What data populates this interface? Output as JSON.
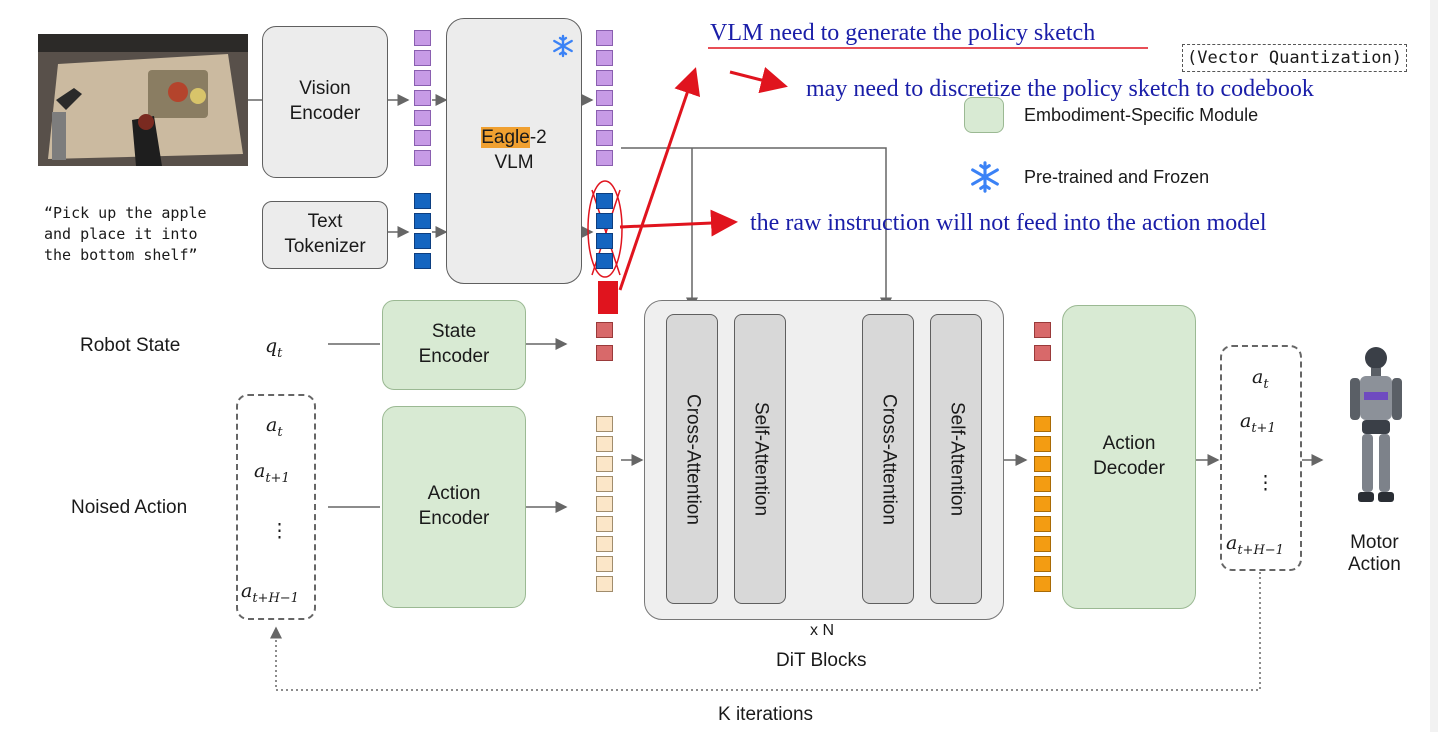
{
  "prompt_text": [
    "“Pick up the apple",
    "and place it into",
    "the bottom shelf”"
  ],
  "blocks": {
    "vision_encoder": [
      "Vision",
      "Encoder"
    ],
    "text_tokenizer": [
      "Text",
      "Tokenizer"
    ],
    "vlm_eagle": "Eagle",
    "vlm_suffix": "-2",
    "vlm_label": "VLM",
    "state_encoder": [
      "State",
      "Encoder"
    ],
    "action_encoder": [
      "Action",
      "Encoder"
    ],
    "action_decoder": [
      "Action",
      "Decoder"
    ],
    "cross_attention_1": "Cross-Attention",
    "self_attention_1": "Self-Attention",
    "cross_attention_2": "Cross-Attention",
    "self_attention_2": "Self-Attention"
  },
  "labels": {
    "robot_state": "Robot State",
    "noised_action": "Noised Action",
    "repeat": "x N",
    "dit_blocks": "DiT Blocks",
    "k_iterations": "K iterations",
    "motor_action": [
      "Motor",
      "Action"
    ]
  },
  "math": {
    "q_var": "q",
    "q_sub": "t",
    "a_var": "a",
    "a_subs": [
      "t",
      "t+1",
      "t+H−1"
    ],
    "vdots": "⋮"
  },
  "legend": {
    "embodiment": "Embodiment-Specific Module",
    "frozen": "Pre-trained and Frozen"
  },
  "annotations": {
    "vlm_sketch": "VLM need to generate the policy sketch",
    "discretize": "may need to discretize the policy sketch to codebook",
    "raw_instruction": "the raw instruction will not feed into the action model",
    "vector_quantization": "(Vector Quantization)"
  },
  "icons": {
    "frozen_icon": "snowflake-icon",
    "robot_photo": "robot-arm-photo",
    "humanoid": "humanoid-robot-image"
  },
  "colors": {
    "green_module": "#d8ead3",
    "frozen_blue": "#3b82f6",
    "annotation_red": "#e0141e",
    "annotation_blue": "#1a1ea8",
    "eagle_highlight": "#f0a030"
  }
}
